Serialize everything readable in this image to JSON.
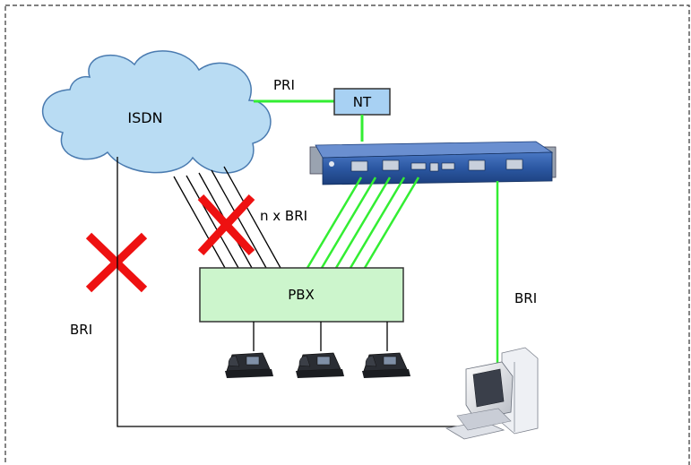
{
  "labels": {
    "isdn": "ISDN",
    "pri": "PRI",
    "nt": "NT",
    "pbx": "PBX",
    "n_bri": "n x BRI",
    "bri_right": "BRI",
    "bri_left": "BRI"
  },
  "colors": {
    "cloud_fill": "#b9dcf3",
    "cloud_stroke": "#4a7bb0",
    "green_link": "#33ee33",
    "nt_fill": "#a8d1f3",
    "pbx_fill": "#ccf5cc",
    "cross": "#ee1111",
    "device_body": "#27509a"
  },
  "icons": [
    "isdn-cloud",
    "nt-box",
    "gateway-device",
    "pbx-box",
    "desk-phone-icon",
    "computer-icon",
    "blocked-cross-icon"
  ]
}
